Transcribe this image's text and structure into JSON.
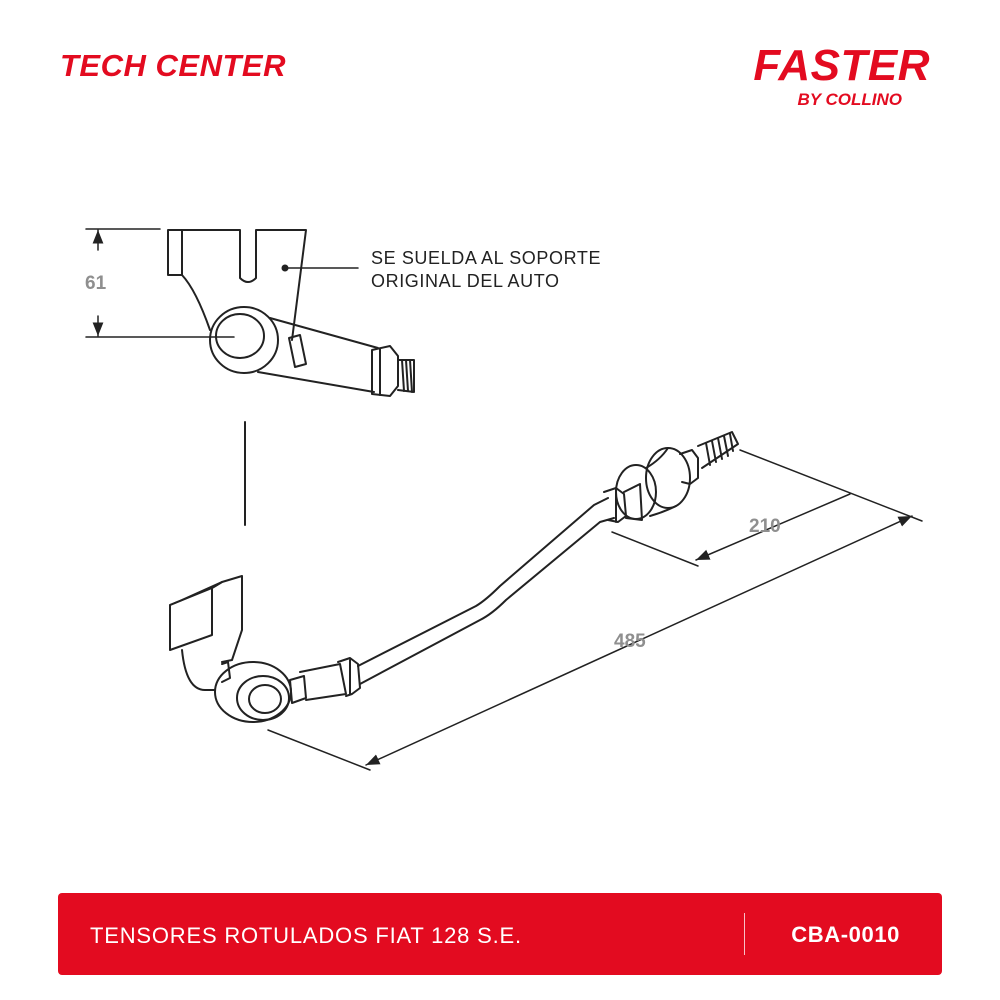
{
  "header": {
    "left_brand": "TECH CENTER",
    "right_brand": "FASTER",
    "right_brand_sub": "BY COLLINO"
  },
  "diagram": {
    "note_line_1": "SE SUELDA AL SOPORTE",
    "note_line_2": "ORIGINAL DEL AUTO",
    "dim_height": "61",
    "dim_short": "210",
    "dim_long": "485"
  },
  "footer": {
    "title": "TENSORES ROTULADOS FIAT 128 S.E.",
    "code": "CBA-0010"
  },
  "colors": {
    "brand_red": "#e30b20",
    "line": "#222222",
    "dimension_text": "#8f8f8f"
  }
}
